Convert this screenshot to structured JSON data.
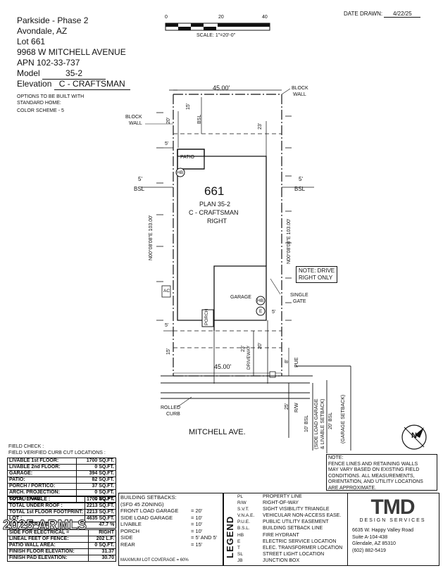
{
  "header": {
    "line1": "Parkside - Phase 2",
    "line2": "Avondale, AZ",
    "lot_label": "Lot",
    "lot_number": "661",
    "address": "9968 W MITCHELL AVENUE",
    "apn": "APN 102-33-737",
    "model_label": "Model",
    "model_value": "35-2",
    "elevation_label": "Elevation",
    "elevation_value": "C - CRAFTSMAN",
    "options_note_1": "OPTIONS TO BE BUILT WITH",
    "options_note_2": "STANDARD HOME:",
    "options_note_3": "COLOR SCHEME - 5"
  },
  "scale": {
    "tick_0": "0",
    "tick_20": "20",
    "tick_40": "40",
    "label": "SCALE: 1\"=20'-0\""
  },
  "date": {
    "label": "DATE DRAWN:",
    "value": "4/22/25"
  },
  "plot": {
    "dim_top": "45.00'",
    "dim_bottom": "45.00'",
    "block_wall_left_1": "BLOCK",
    "block_wall_left_2": "WALL",
    "block_wall_right_1": "BLOCK",
    "block_wall_right_2": "WALL",
    "dim_15": "15'",
    "bsl": "BSL",
    "dim_20_top": "20'",
    "dim_23_top": "23'",
    "dim_5_top": "5'",
    "patio": "PATIO",
    "hb": "HB",
    "side_5_left": "5'",
    "side_bsl_left": "BSL",
    "side_5_right": "5'",
    "side_bsl_right": "BSL",
    "lot_big": "661",
    "plan": "PLAN 35-2",
    "elev": "C - CRAFTSMAN",
    "hand": "RIGHT",
    "bearing_left": "N00°08'08\"E 103.00'",
    "bearing_right": "N00°08'08\"E 103.00'",
    "note_drive_1": "NOTE: DRIVE",
    "note_drive_2": "RIGHT ONLY",
    "ac": "AC",
    "garage": "GARAGE",
    "hb2": "HB",
    "e": "E",
    "single_gate_1": "SINGLE",
    "single_gate_2": "GATE",
    "dim_5_right": "5'",
    "dim_5_bottom_left": "5'",
    "porch": "PORCH",
    "dim_15_bottom": "15'",
    "dim_23_bottom": "23'",
    "dim_20_bottom": "20'",
    "driveway": "DRIVEWAY",
    "dim_8": "8'",
    "pue": "PUE",
    "rolled_curb_1": "ROLLED",
    "rolled_curb_2": "CURB",
    "dim_25": "25'",
    "rw": "R/W",
    "street": "MITCHELL AVE.",
    "setback_1": "10' BSL",
    "setback_2": "(SIDE LOAD GARAGE",
    "setback_3": "& LIVABLE SETBACK)",
    "setback_4": "20' BSL",
    "setback_5": "(GARAGE SETBACK)",
    "north": "N"
  },
  "field_check": {
    "line1": "FIELD CHECK :",
    "line2": "FIELD VERIFIED CURB CUT LOCATIONS :"
  },
  "stats": [
    {
      "label": "LIVABLE 1st FLOOR:",
      "value": "1700 SQ.FT."
    },
    {
      "label": "LIVABLE 2nd FLOOR:",
      "value": "0 SQ.FT."
    },
    {
      "label": "GARAGE:",
      "value": "394 SQ.FT."
    },
    {
      "label": "PATIO:",
      "value": "82 SQ.FT."
    },
    {
      "label": "PORCH / PORTICO:",
      "value": "37 SQ.FT."
    },
    {
      "label": "ARCH. PROJECTION:",
      "value": "0 SQ.FT."
    },
    {
      "label": "COURTYARD:",
      "value": "0 SQ.FT."
    }
  ],
  "stats2": [
    {
      "label": "TOTAL LIVABLE :",
      "value": "1700 SQ.FT."
    },
    {
      "label": "TOTAL UNDER ROOF :",
      "value": "2213 SQ.FT."
    },
    {
      "label": "TOTAL 1st FLOOR FOOTPRINT:",
      "value": "2213 SQ.FT."
    },
    {
      "label": "LOT :",
      "value": "4635 SQ.FT."
    },
    {
      "label": "LOT COVERAGE :",
      "value": "47.7 %"
    }
  ],
  "stats3": [
    {
      "label": "SIDE FOR ELECTRICAL =",
      "value": "RIGHT"
    },
    {
      "label": "LINEAL FEET OF FENCE:",
      "value": "202 L.F."
    },
    {
      "label": "PATIO WALL AREA:",
      "value": "0 SQ.FT."
    },
    {
      "label": "FINISH FLOOR ELEVATION:",
      "value": "31.37"
    },
    {
      "label": "FINISH PAD ELEVATION:",
      "value": "30.70"
    }
  ],
  "setbacks": {
    "title": "BUILDING SETBACKS:",
    "subtitle": "(SFD 45 ZONING)",
    "rows": [
      {
        "label": "FRONT LOAD GARAGE",
        "value": "= 20'"
      },
      {
        "label": "SIDE LOAD GARAGE",
        "value": "= 10'"
      },
      {
        "label": "LIVABLE",
        "value": "= 10'"
      },
      {
        "label": "PORCH",
        "value": "= 10'"
      },
      {
        "label": "SIDE",
        "value": "= 5' AND 5'"
      },
      {
        "label": "REAR",
        "value": "= 15'"
      }
    ],
    "max": "MAXIMUM LOT COVERAGE = 60%"
  },
  "legend": {
    "title": "LEGEND",
    "rows": [
      {
        "sym": "PL",
        "text": "PROPERTY LINE"
      },
      {
        "sym": "R/W",
        "text": "RIGHT-OF-WAY"
      },
      {
        "sym": "S.V.T.",
        "text": "SIGHT VISIBILITY TRIANGLE"
      },
      {
        "sym": "V.N.A.E.",
        "text": "VEHICULAR NON-ACCESS EASE."
      },
      {
        "sym": "P.U.E.",
        "text": "PUBLIC UTILITY EASEMENT"
      },
      {
        "sym": "B.S.L.",
        "text": "BUILDING SETBACK LINE"
      },
      {
        "sym": "HB",
        "text": "FIRE HYDRANT"
      },
      {
        "sym": "E",
        "text": "ELECTRIC SERVICE LOCATION"
      },
      {
        "sym": "T",
        "text": "ELEC. TRANSFORMER LOCATION"
      },
      {
        "sym": "SL",
        "text": "STREET LIGHT LOCATION"
      },
      {
        "sym": "JB",
        "text": "JUNCTION BOX"
      }
    ]
  },
  "note_fence": {
    "title": "NOTE:",
    "l1": "FENCE LINES AND RETAINING WALLS",
    "l2": "MAY VARY BASED ON EXISTING FIELD",
    "l3": "CONDITIONS.  ALL MEASUREMENTS,",
    "l4": "ORIENTATION, AND UTILITY LOCATIONS",
    "l5": "ARE APPROXIMATE."
  },
  "company": {
    "logo": "TMD",
    "tagline": "DESIGN SERVICES",
    "addr1": "6635 W. Happy Valley Road",
    "addr2": "Suite A-104-438",
    "addr3": "Glendale, AZ 85310",
    "phone": "(602) 882-5419"
  },
  "watermark": "2025 ARMLS"
}
